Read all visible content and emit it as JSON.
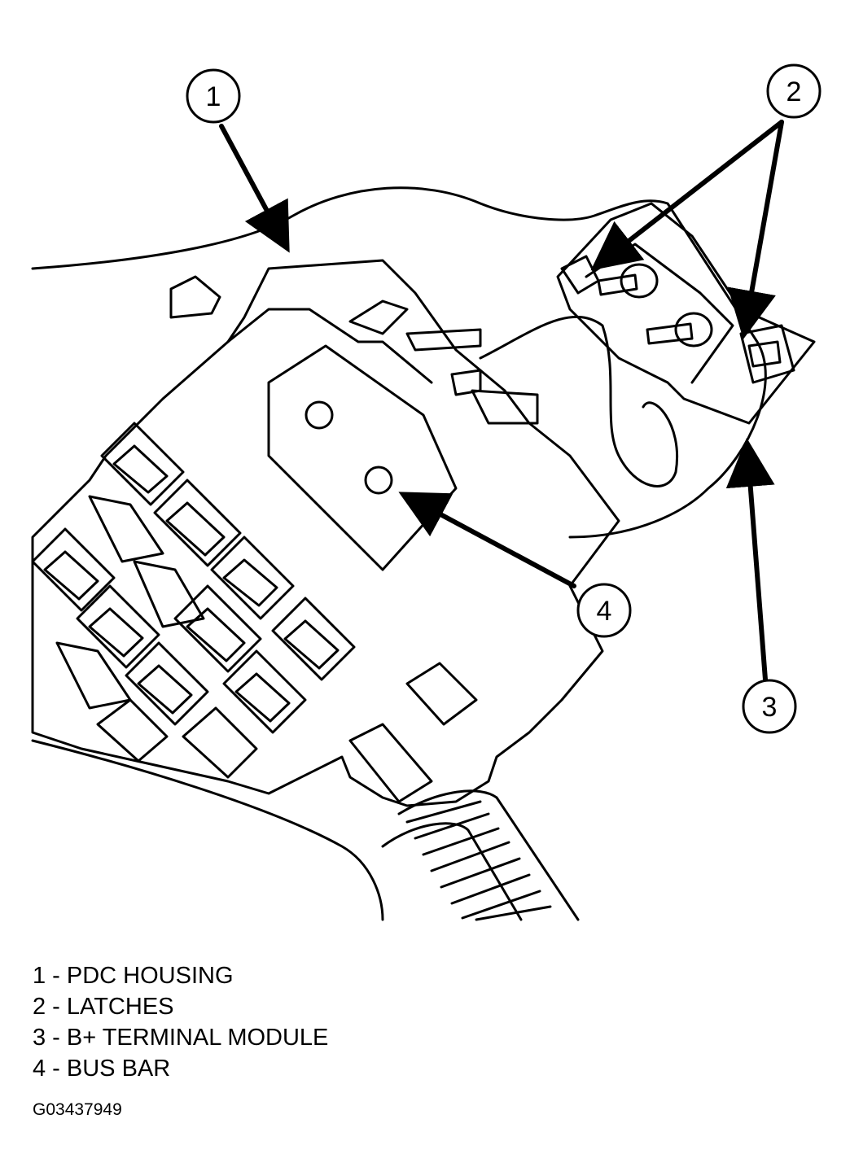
{
  "callouts": [
    {
      "number": "1",
      "target": "PDC HOUSING"
    },
    {
      "number": "2",
      "target": "LATCHES"
    },
    {
      "number": "3",
      "target": "B+ TERMINAL MODULE"
    },
    {
      "number": "4",
      "target": "BUS BAR"
    }
  ],
  "legend": [
    "1 - PDC HOUSING",
    "2 - LATCHES",
    "3 - B+ TERMINAL MODULE",
    "4 - BUS BAR"
  ],
  "figure_code": "G03437949"
}
